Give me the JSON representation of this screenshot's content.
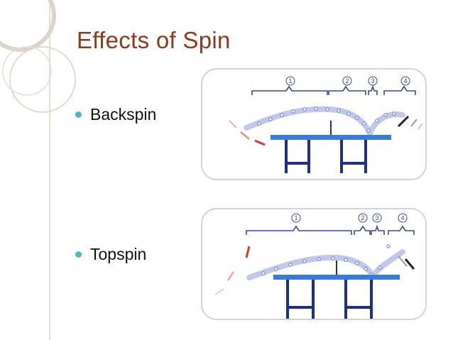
{
  "slide": {
    "title": "Effects of Spin",
    "bullets": [
      {
        "label": "Backspin"
      },
      {
        "label": "Topspin"
      }
    ]
  },
  "diagrams": [
    {
      "name": "backspin",
      "phase_labels": [
        "1",
        "2",
        "3",
        "4"
      ]
    },
    {
      "name": "topspin",
      "phase_labels": [
        "1",
        "2",
        "3",
        "4"
      ]
    }
  ],
  "colors": {
    "title": "#8b3a1f",
    "bullet_marker": "#4fb7c4",
    "table_top": "#3b7bd4",
    "table_legs": "#1e2f8a",
    "trajectory": "#b9c3ea",
    "racket_in": "#d23a3a",
    "racket_out": "#222222"
  }
}
